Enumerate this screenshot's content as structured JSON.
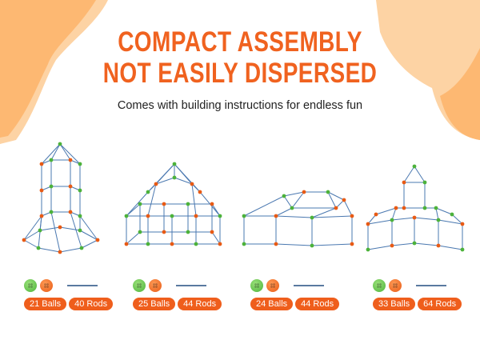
{
  "header": {
    "title_line1": "COMPACT ASSEMBLY",
    "title_line2": "NOT EASILY DISPERSED",
    "subtitle": "Comes with building instructions for endless fun"
  },
  "colors": {
    "accent": "#f0621f",
    "blob_dark": "#fdb872",
    "blob_light": "#fdd3a4",
    "rod": "#4a78b0",
    "ball_green": "#4cb23a",
    "ball_orange": "#e85a14"
  },
  "sets": [
    {
      "balls": "21 Balls",
      "rods": "40 Rods"
    },
    {
      "balls": "25 Balls",
      "rods": "44 Rods"
    },
    {
      "balls": "24 Balls",
      "rods": "44 Rods"
    },
    {
      "balls": "33 Balls",
      "rods": "64 Rods"
    }
  ]
}
